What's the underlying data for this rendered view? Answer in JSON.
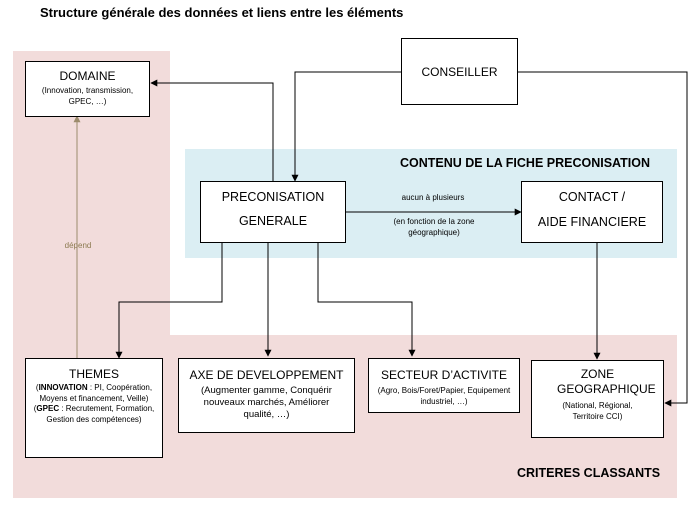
{
  "title": "Structure générale des données et liens entre les éléments",
  "sections": {
    "contenu": "CONTENU DE LA FICHE PRECONISATION",
    "criteres": "CRITERES CLASSANTS"
  },
  "nodes": {
    "domaine": {
      "title": "DOMAINE",
      "sub": "(Innovation, transmission, GPEC, …)"
    },
    "conseiller": {
      "title": "CONSEILLER"
    },
    "preconisation": {
      "line1": "PRECONISATION",
      "line2": "GENERALE"
    },
    "contact": {
      "line1": "CONTACT /",
      "line2": "AIDE FINANCIERE"
    },
    "themes": {
      "title": "THEMES",
      "innov_label": "INNOVATION",
      "innov_text": " : PI, Coopération, Moyens et financement, Veille)",
      "gpec_label": "GPEC",
      "gpec_text": " : Recrutement, Formation, Gestion des compétences)"
    },
    "axe": {
      "title": "AXE DE DEVELOPPEMENT",
      "sub": "(Augmenter gamme, Conquérir nouveaux marchés, Améliorer qualité, …)"
    },
    "secteur": {
      "title": "SECTEUR D’ACTIVITE",
      "sub": "(Agro, Bois/Foret/Papier, Equipement industriel, …)"
    },
    "zone": {
      "title": "ZONE GEOGRAPHIQUE",
      "sub": "(National, Régional, Territoire CCI)"
    }
  },
  "edge_labels": {
    "depend": "dépend",
    "aucun": "aucun à plusieurs",
    "fonction": "(en fonction de la zone géographique)"
  },
  "colors": {
    "pink_zone": "#f2dcdb",
    "blue_zone": "#dbeef3",
    "depend_arrow": "#9c8b6c",
    "depend_text": "#8c7a50"
  }
}
